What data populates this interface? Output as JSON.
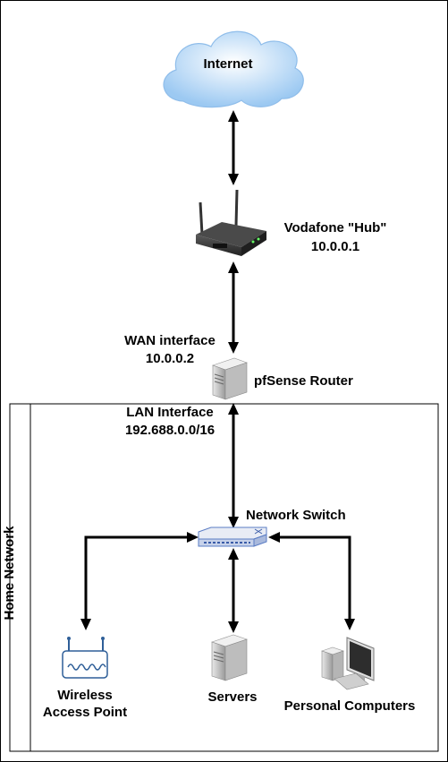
{
  "cloud": {
    "label": "Internet"
  },
  "hub": {
    "name": "Vodafone \"Hub\"",
    "ip": "10.0.0.1"
  },
  "wan": {
    "name": "WAN interface",
    "ip": "10.0.0.2"
  },
  "router": {
    "label": "pfSense Router"
  },
  "lan": {
    "name": "LAN Interface",
    "ip": "192.688.0.0/16"
  },
  "home_network": {
    "title": "Home Network"
  },
  "switch": {
    "label": "Network Switch"
  },
  "endpoints": {
    "wireless_ap": {
      "line1": "Wireless",
      "line2": "Access Point"
    },
    "servers": {
      "label": "Servers"
    },
    "personal_computers": {
      "label": "Personal Computers"
    }
  },
  "colors": {
    "cloud": "#cfe6fb",
    "device_gray": "#d0d0d0",
    "switch_blue": "#5a7cc4",
    "ap_blue": "#2f5f98"
  }
}
